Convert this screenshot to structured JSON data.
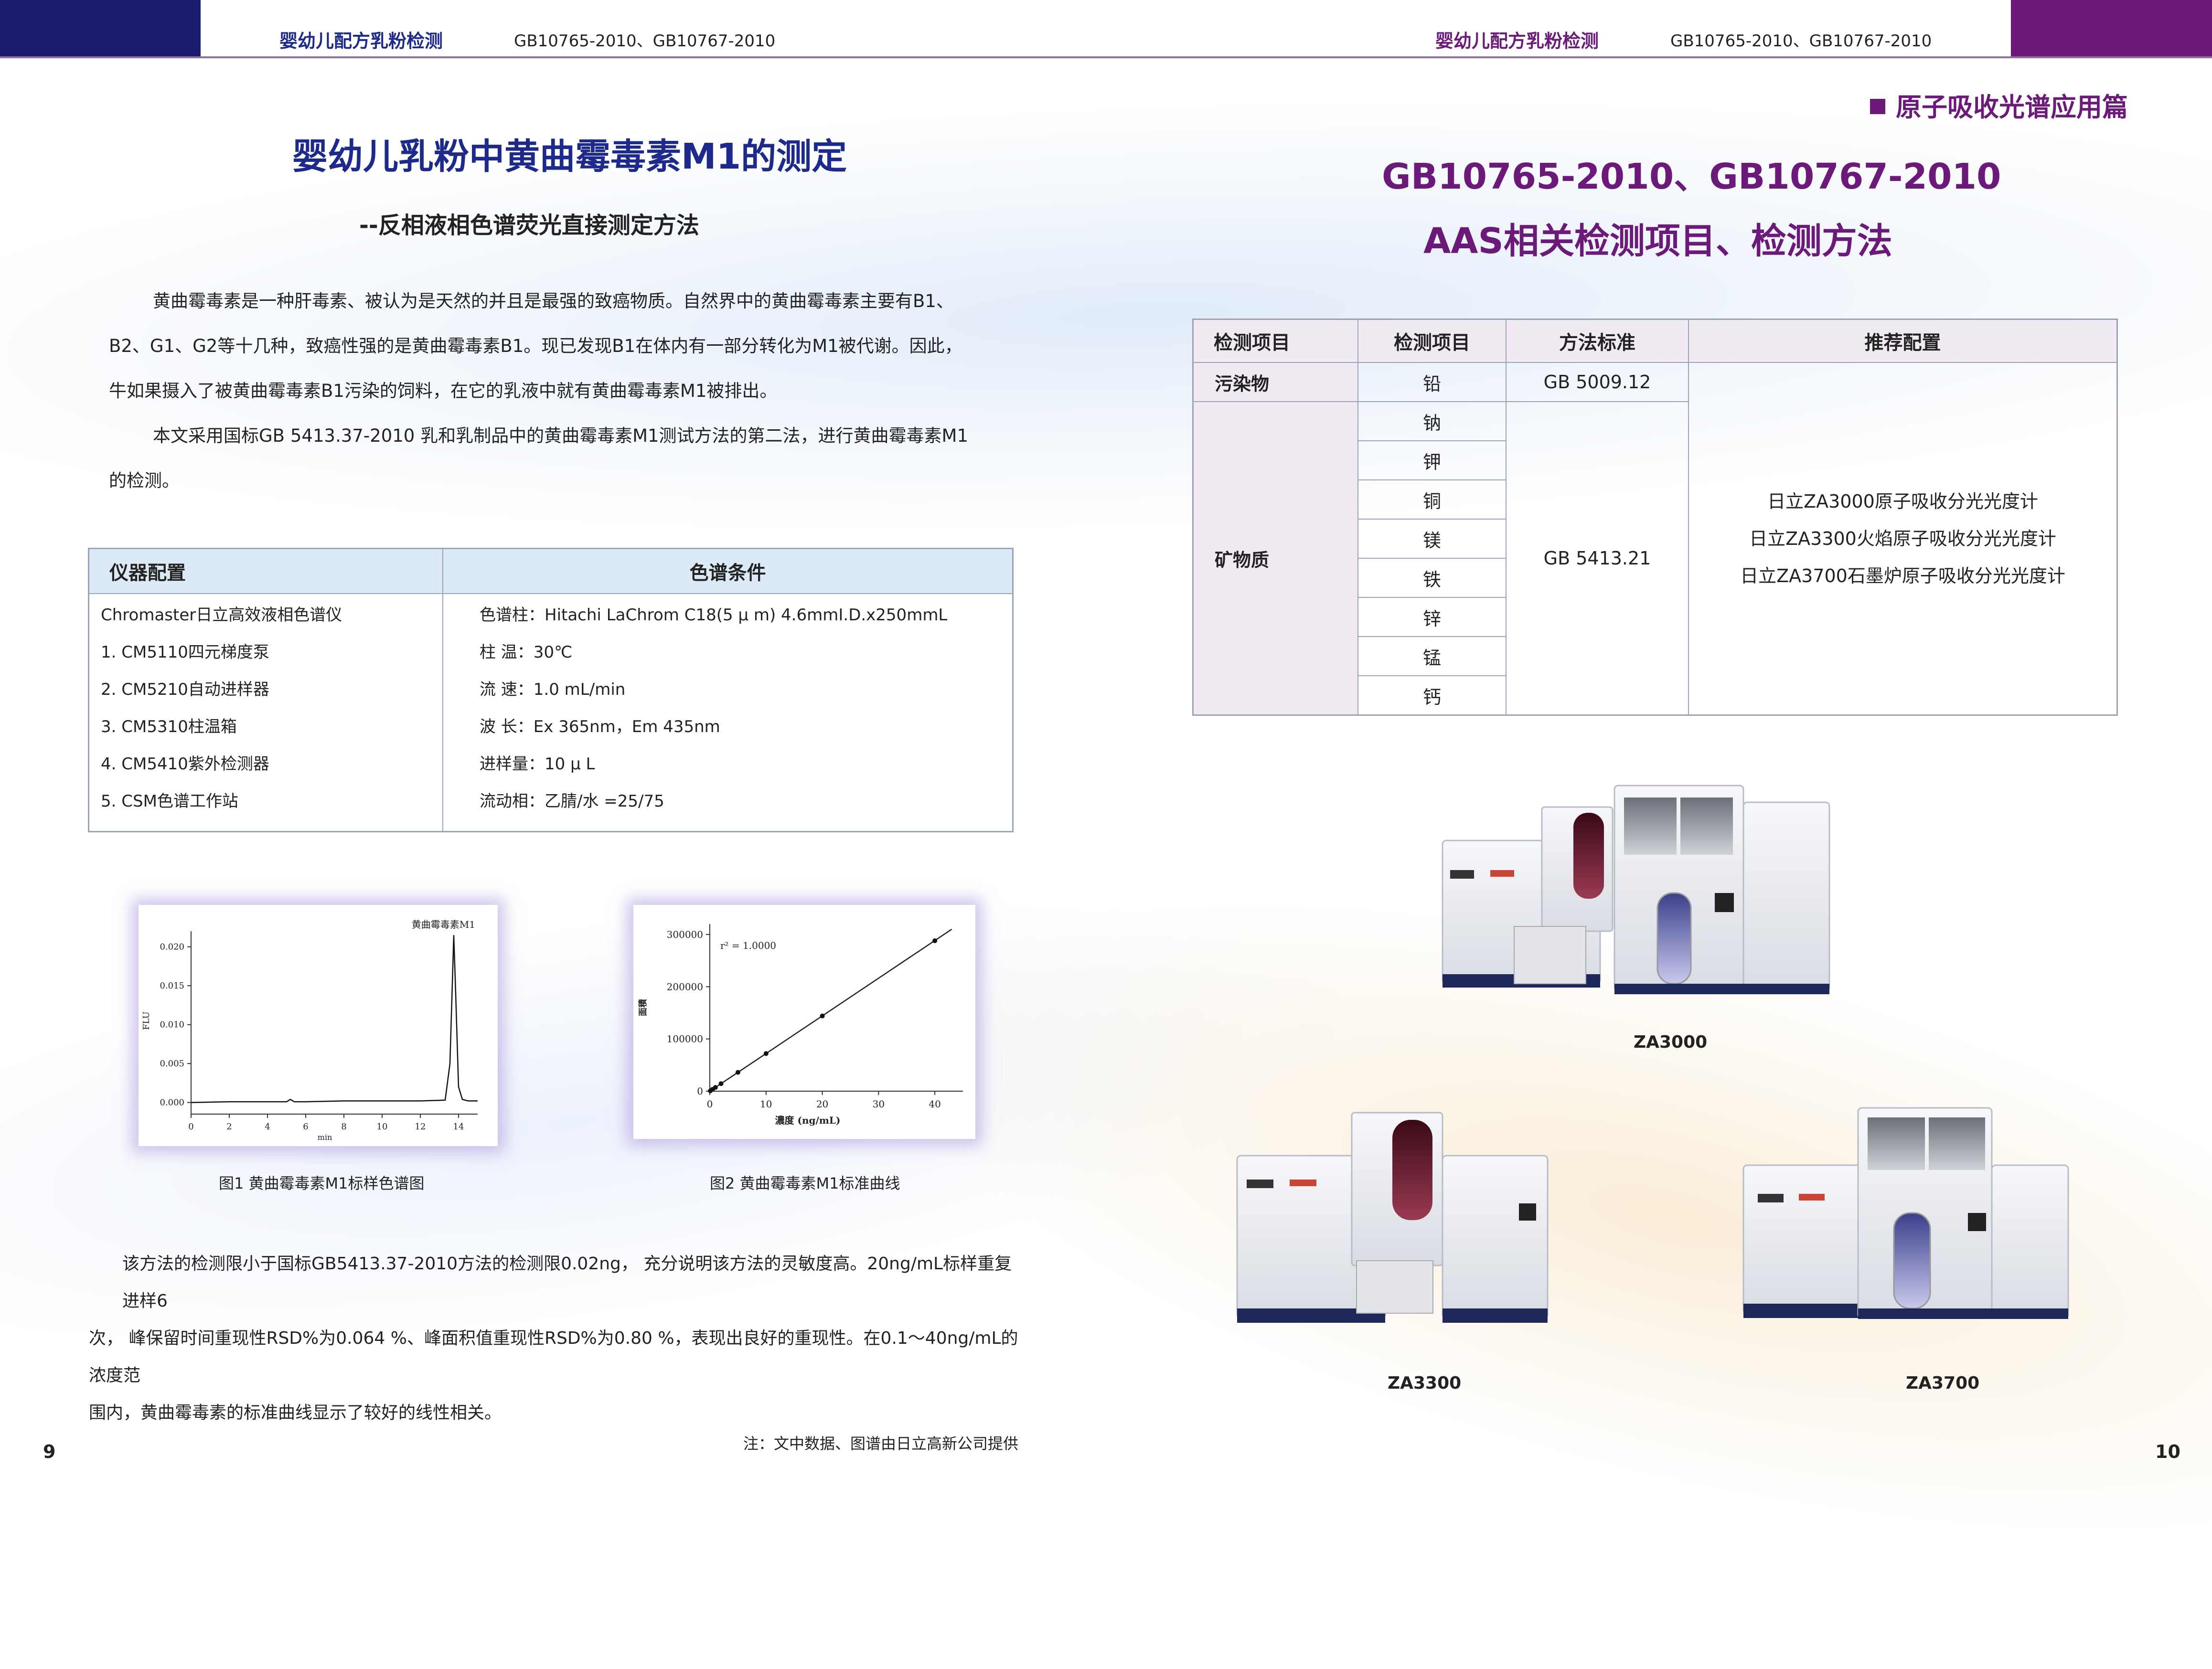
{
  "header": {
    "left_title": "婴幼儿配方乳粉检测",
    "left_standard": "GB10765-2010、GB10767-2010",
    "right_title": "婴幼儿配方乳粉检测",
    "right_standard": "GB10765-2010、GB10767-2010",
    "colors": {
      "navy": "#1d1b6e",
      "purple": "#6b1a7a"
    }
  },
  "left_page": {
    "title": "婴幼儿乳粉中黄曲霉毒素M1的测定",
    "subtitle": "--反相液相色谱荧光直接测定方法",
    "intro_paragraphs": [
      [
        "黄曲霉毒素是一种肝毒素、被认为是天然的并且是最强的致癌物质。自然界中的黄曲霉毒素主要有B1、",
        "B2、G1、G2等十几种，致癌性强的是黄曲霉毒素B1。现已发现B1在体内有一部分转化为M1被代谢。因此，",
        "牛如果摄入了被黄曲霉毒素B1污染的饲料，在它的乳液中就有黄曲霉毒素M1被排出。"
      ],
      [
        "本文采用国标GB 5413.37-2010 乳和乳制品中的黄曲霉毒素M1测试方法的第二法，进行黄曲霉毒素M1",
        "的检测。"
      ]
    ],
    "conditions_table": {
      "headers": [
        "仪器配置",
        "色谱条件"
      ],
      "instrument_lines": [
        "Chromaster日立高效液相色谱仪",
        "1.  CM5110四元梯度泵",
        "2.  CM5210自动进样器",
        "3.  CM5310柱温箱",
        "4.  CM5410紫外检测器",
        "5.  CSM色谱工作站"
      ],
      "condition_lines": [
        "色谱柱：Hitachi LaChrom C18(5 μ m) 4.6mmI.D.x250mmL",
        "柱  温：30℃",
        "流  速：1.0 mL/min",
        "波  长：Ex 365nm，Em 435nm",
        "进样量：10  μ L",
        "流动相：乙腈/水 =25/75"
      ]
    },
    "figure1_caption": "图1  黄曲霉毒素M1标样色谱图",
    "figure2_caption": "图2 黄曲霉毒素M1标准曲线",
    "conclusion_lines": [
      "该方法的检测限小于国标GB5413.37-2010方法的检测限0.02ng，  充分说明该方法的灵敏度高。20ng/mL标样重复进样6",
      "次，  峰保留时间重现性RSD%为0.064 %、峰面积值重现性RSD%为0.80 %，表现出良好的重现性。在0.1～40ng/mL的浓度范",
      "围内，黄曲霉毒素的标准曲线显示了较好的线性相关。"
    ],
    "footnote": "注：文中数据、图谱由日立高新公司提供",
    "page_number": "9"
  },
  "chart_data": [
    {
      "type": "line",
      "title": "",
      "annotation": "黄曲霉毒素M1",
      "xlabel": "min",
      "ylabel": "FLU",
      "xlim": [
        0,
        15
      ],
      "ylim": [
        -0.001,
        0.022
      ],
      "xticks": [
        "0",
        "2",
        "4",
        "6",
        "8",
        "10",
        "12",
        "14"
      ],
      "yticks": [
        "0.000",
        "0.005",
        "0.010",
        "0.015",
        "0.020"
      ],
      "x": [
        0,
        2,
        4,
        5.0,
        5.2,
        5.4,
        6,
        8,
        10,
        12,
        13.3,
        13.55,
        13.75,
        13.85,
        14.0,
        14.2,
        14.5,
        15
      ],
      "y": [
        0.0,
        0.0001,
        0.0001,
        0.0001,
        0.0004,
        0.0001,
        0.0001,
        0.0002,
        0.0002,
        0.0002,
        0.0003,
        0.005,
        0.0215,
        0.014,
        0.002,
        0.0004,
        0.0002,
        0.0002
      ]
    },
    {
      "type": "scatter",
      "title": "",
      "annotation": "r² = 1.0000",
      "xlabel": "濃度 (ng/mL)",
      "ylabel": "面積",
      "xlim": [
        0,
        45
      ],
      "ylim": [
        0,
        320000
      ],
      "xticks": [
        "0",
        "10",
        "20",
        "30",
        "40"
      ],
      "yticks": [
        "0",
        "100000",
        "200000",
        "300000"
      ],
      "x": [
        0.1,
        0.5,
        1,
        2,
        5,
        10,
        20,
        40
      ],
      "y": [
        700,
        3600,
        7200,
        14400,
        36000,
        72000,
        144000,
        288000
      ],
      "fit_line": [
        [
          0,
          0
        ],
        [
          43,
          310000
        ]
      ]
    }
  ],
  "right_page": {
    "section_tag": "原子吸收光谱应用篇",
    "title_line1": "GB10765-2010、GB10767-2010",
    "title_line2": "AAS相关检测项目、检测方法",
    "table": {
      "headers": [
        "检测项目",
        "检测项目",
        "方法标准",
        "推荐配置"
      ],
      "pollutant_category": "污染物",
      "pollutant_item": "铅",
      "pollutant_standard": "GB 5009.12",
      "mineral_category": "矿物质",
      "mineral_items": [
        "钠",
        "钾",
        "铜",
        "镁",
        "铁",
        "锌",
        "锰",
        "钙"
      ],
      "mineral_standard": "GB 5413.21",
      "recommended": [
        "日立ZA3000原子吸收分光光度计",
        "日立ZA3300火焰原子吸收分光光度计",
        "日立ZA3700石墨炉原子吸收分光光度计"
      ]
    },
    "machines": [
      "ZA3000",
      "ZA3300",
      "ZA3700"
    ],
    "page_number": "10"
  }
}
